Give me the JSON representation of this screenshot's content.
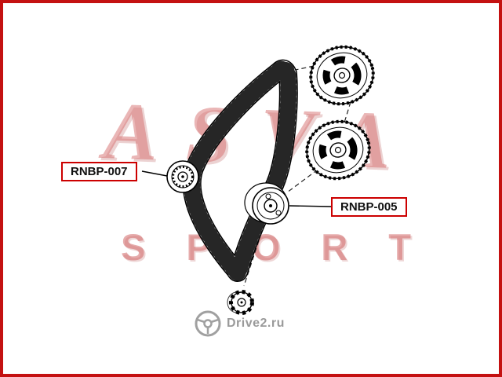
{
  "frame": {
    "border_color": "#c41111"
  },
  "watermark": {
    "line1": "ASVA",
    "line2": "SPORT",
    "color": "#d66e6e"
  },
  "part_labels": {
    "left": "RNBP-007",
    "right": "RNBP-005",
    "border_color": "#cc0000"
  },
  "footer": {
    "site": "Drive2.ru",
    "color": "#9a9a9a"
  },
  "icons": {
    "steering_wheel": "steering-wheel-icon"
  }
}
